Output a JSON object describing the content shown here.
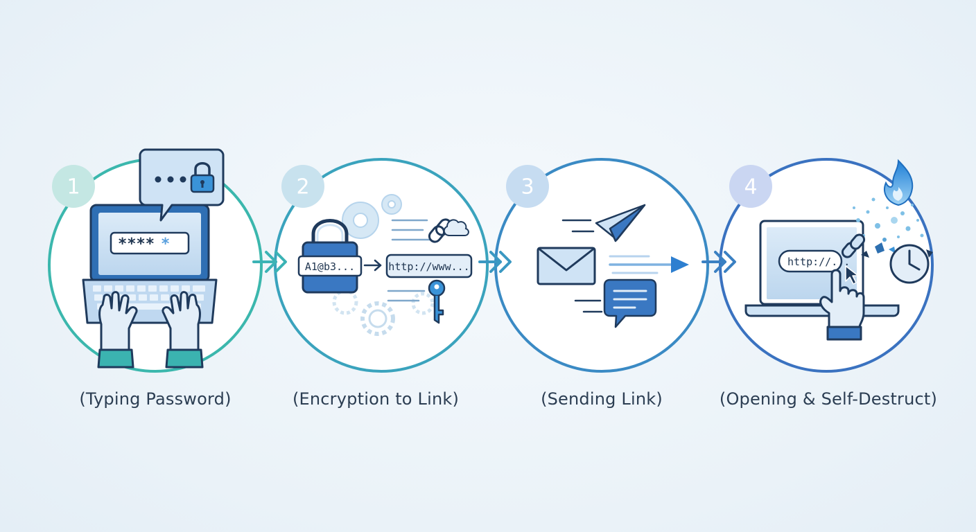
{
  "steps": [
    {
      "number": "1",
      "caption": "(Typing Password)",
      "masked": "****",
      "masked_extra": "*"
    },
    {
      "number": "2",
      "caption": "(Encryption to Link)",
      "cipher": "A1@b3...",
      "url": "http://www..."
    },
    {
      "number": "3",
      "caption": "(Sending Link)"
    },
    {
      "number": "4",
      "caption": "(Opening & Self-Destruct)",
      "url": "http://..."
    }
  ],
  "colors": {
    "teal": "#3bb3b0",
    "blue": "#3a78c2",
    "navy": "#1f3a5c",
    "light_blue": "#cfe3f5",
    "badge_1": "#bfe3e0",
    "badge_2": "#c6e0ec",
    "badge_3": "#c4daf0",
    "badge_4": "#c8d4f1",
    "fire": "#2d8fd8"
  },
  "icons": [
    "laptop-icon",
    "keyboard-icon",
    "hands-icon",
    "chat-bubble-icon",
    "lock-icon",
    "padlock-icon",
    "gear-icon",
    "chain-link-icon",
    "cloud-icon",
    "key-icon",
    "paper-plane-icon",
    "envelope-icon",
    "message-icon",
    "arrow-icon",
    "fire-icon",
    "clock-icon",
    "pointer-icon",
    "cursor-icon"
  ]
}
